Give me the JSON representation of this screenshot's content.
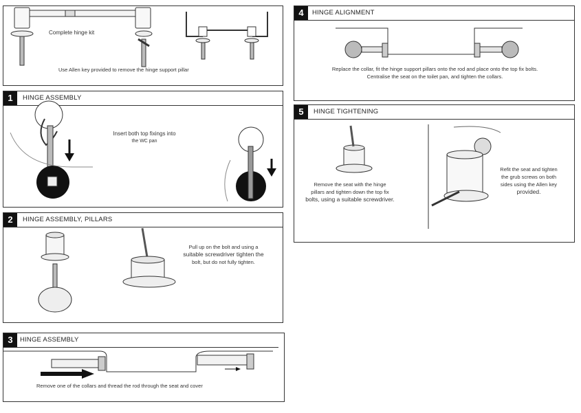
{
  "overview": {
    "label_kit": "Complete hinge kit",
    "instruction": "Use Allen key provided to remove the hinge support pillar"
  },
  "steps": [
    {
      "number": "1",
      "title": "HINGE ASSEMBLY",
      "lines": [
        "Insert both top fixings into",
        "the WC pan"
      ]
    },
    {
      "number": "2",
      "title": "HINGE ASSEMBLY, PILLARS",
      "lines": [
        "Pull up on the bolt and using a",
        "suitable screwdriver tighten the",
        "bolt, but do not fully tighten."
      ]
    },
    {
      "number": "3",
      "title": "HINGE ASSEMBLY",
      "lines": [
        "Remove one of the collars and thread the rod through the seat and cover"
      ]
    },
    {
      "number": "4",
      "title": "HINGE ALIGNMENT",
      "lines": [
        "Replace the collar, fit the hinge support pillars onto the rod and place onto the top fix bolts.",
        "Centralise the seat on the toilet pan, and tighten the collars."
      ]
    },
    {
      "number": "5",
      "title": "HINGE TIGHTENING",
      "left_lines": [
        "Remove the seat with the hinge",
        "pillars and tighten down the top fix",
        "bolts, using a suitable screwdriver."
      ],
      "right_lines": [
        "Refit the seat and tighten",
        "the grub screws on both",
        "sides using the Allen key",
        "provided."
      ]
    }
  ]
}
